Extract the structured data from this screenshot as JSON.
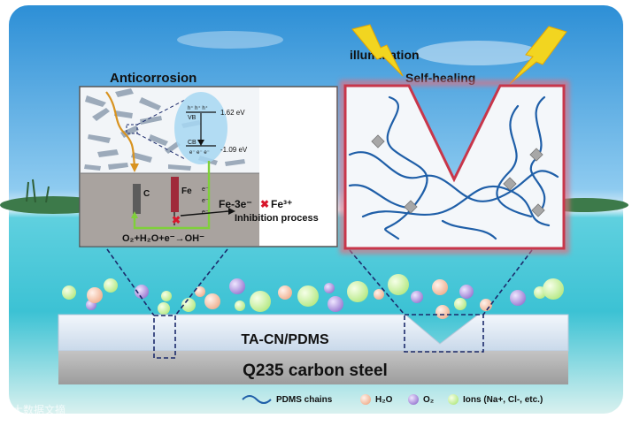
{
  "left_panel": {
    "title": "Anticorrosion",
    "vb_label": "VB",
    "cb_label": "CB",
    "hole_label": "h⁺ h⁺ h⁺",
    "electron_label": "e⁻ e⁻ e⁻",
    "vb_energy": "1.62 eV",
    "cb_energy": "-1.09 eV",
    "c_label": "C",
    "fe_label": "Fe",
    "e_label": "e⁻",
    "oxygen_reaction": "O₂+H₂O+e⁻→OH⁻",
    "fe_reaction_left": "Fe-3e⁻",
    "fe_reaction_right": "Fe³⁺",
    "inhibition_text": "Inhibition process"
  },
  "right_panel": {
    "illumination": "illumination",
    "self_healing": "Self-healing"
  },
  "layers": {
    "coating": "TA-CN/PDMS",
    "substrate": "Q235 carbon steel"
  },
  "legend": {
    "pdms_chains": "PDMS chains",
    "water": "H₂O",
    "oxygen": "O₂",
    "ions": "Ions (Na+, Cl-, etc.)"
  },
  "watermark": "大数据文摘",
  "colors": {
    "panel_border_right": "#c8364a",
    "chain": "#1f5fa8",
    "water_particle": "#f7c0a8",
    "oxygen_particle": "#a98bd8",
    "ion_particle": "#c9f09b",
    "lightning": "#f2d520",
    "steel": "#b5b5b5",
    "coating": "#dde8f3"
  }
}
